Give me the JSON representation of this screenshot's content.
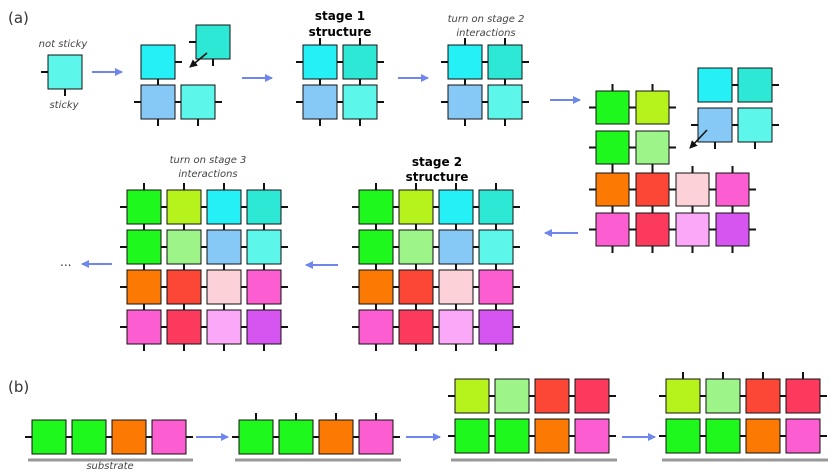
{
  "panel_labels": {
    "a": "(a)",
    "b": "(b)"
  },
  "annotations": {
    "not_sticky": "not sticky",
    "sticky": "sticky",
    "stage1_title_l1": "stage 1",
    "stage1_title_l2": "structure",
    "stage2_caption_l1": "turn on stage 2",
    "stage2_caption_l2": "interactions",
    "stage2_title_l1": "stage 2",
    "stage2_title_l2": "structure",
    "stage3_caption_l1": "turn on stage 3",
    "stage3_caption_l2": "interactions",
    "ellipsis": "...",
    "substrate": "substrate"
  },
  "colors": {
    "arrow": "#6e86ee",
    "tile_border": "#111111",
    "substrate": "#999999",
    "cyan1": "#25f0f6",
    "teal": "#2ee8d6",
    "light_blue": "#86c9f6",
    "aqua": "#5df6ea",
    "green": "#1ef81c",
    "lime": "#b6f21c",
    "light_green": "#9df58a",
    "orange": "#fc7a04",
    "red": "#fc4636",
    "pale_pink": "#fcd2d8",
    "pink": "#fc5dd0",
    "crimson": "#fc3a5e",
    "light_violet": "#fca8f8",
    "purple": "#d655f0"
  }
}
